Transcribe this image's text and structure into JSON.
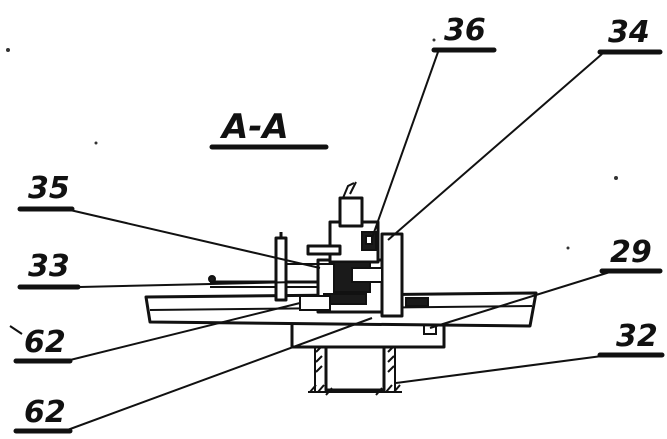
{
  "diagram": {
    "section_label": "A-A",
    "references": {
      "r36": "36",
      "r34": "34",
      "r35": "35",
      "r33": "33",
      "r29": "29",
      "r62a": "62",
      "r32": "32",
      "r62b": "62"
    }
  }
}
